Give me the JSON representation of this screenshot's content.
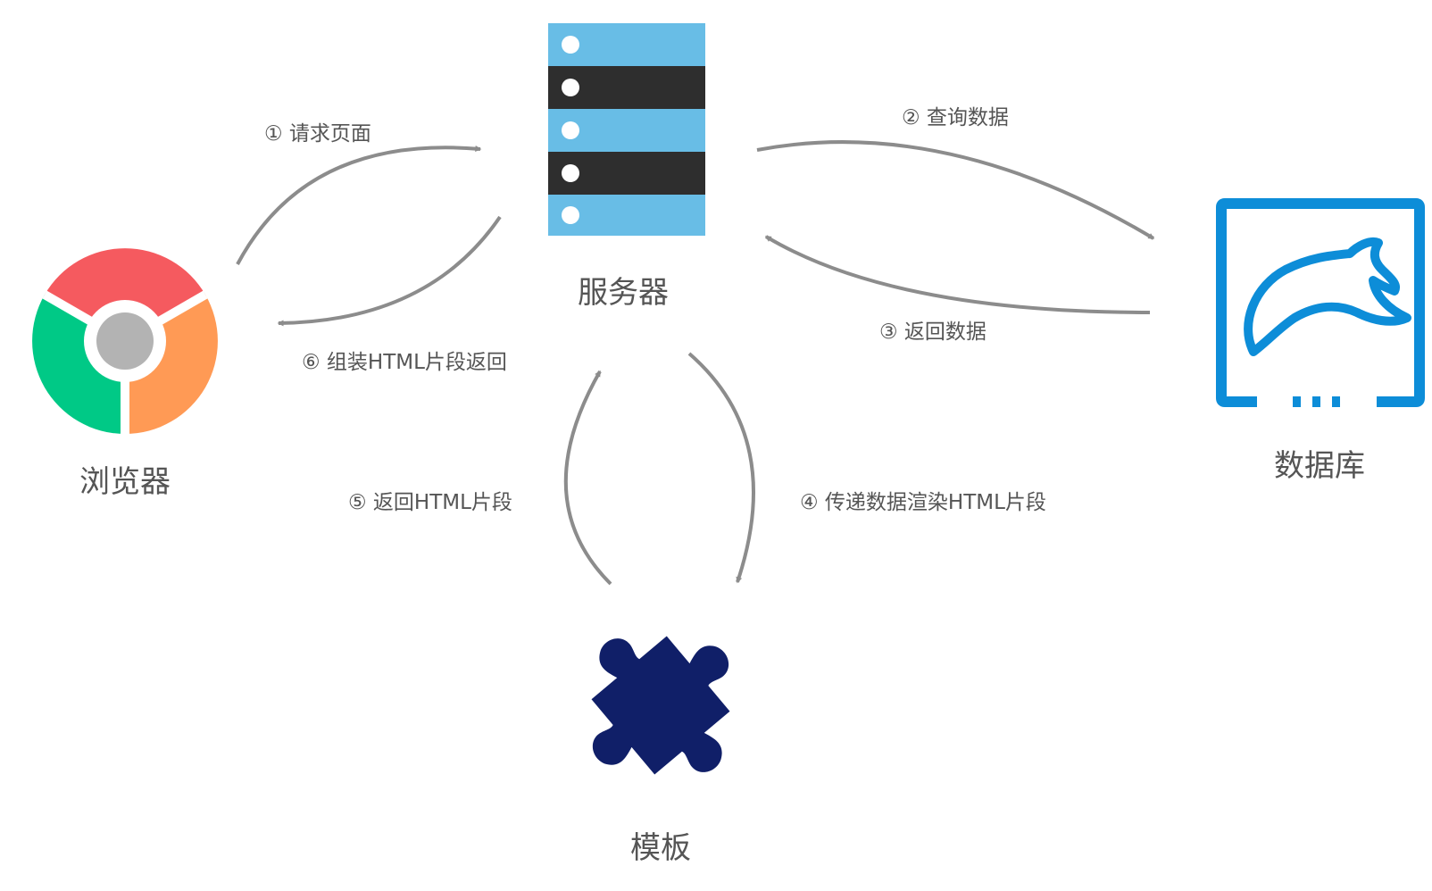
{
  "nodes": {
    "browser": {
      "label": "浏览器",
      "icon": "chrome-browser-icon"
    },
    "server": {
      "label": "服务器",
      "icon": "server-rack-icon"
    },
    "database": {
      "label": "数据库",
      "icon": "mysql-dolphin-icon"
    },
    "template": {
      "label": "模板",
      "icon": "puzzle-piece-icon"
    }
  },
  "edges": [
    {
      "id": "e1",
      "label": "① 请求页面",
      "from": "browser",
      "to": "server"
    },
    {
      "id": "e2",
      "label": "② 查询数据",
      "from": "server",
      "to": "database"
    },
    {
      "id": "e3",
      "label": "③ 返回数据",
      "from": "database",
      "to": "server"
    },
    {
      "id": "e4",
      "label": "④ 传递数据渲染HTML片段",
      "from": "server",
      "to": "template"
    },
    {
      "id": "e5",
      "label": "⑤ 返回HTML片段",
      "from": "template",
      "to": "server"
    },
    {
      "id": "e6",
      "label": "⑥ 组装HTML片段返回",
      "from": "server",
      "to": "browser"
    }
  ],
  "colors": {
    "arrow": "#8c8c8c",
    "label_text": "#555555",
    "server_light": "#68bde6",
    "server_dark": "#2e2e2e",
    "chrome_red": "#f55a5f",
    "chrome_green": "#00c986",
    "chrome_orange": "#ff9a55",
    "chrome_center": "#b3b3b3",
    "db_blue": "#0d8dd8",
    "puzzle_navy": "#101f68"
  }
}
